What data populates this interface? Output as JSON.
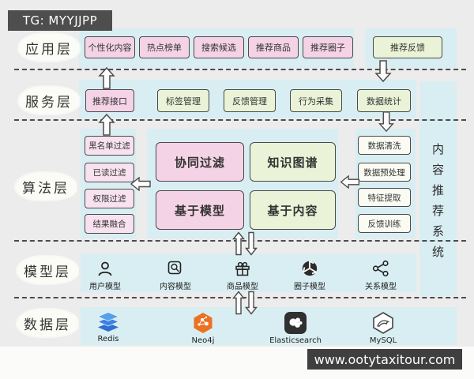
{
  "badge": {
    "text": "TG: MYYJJPP"
  },
  "watermark": {
    "text": "www.ootytaxitour.com"
  },
  "title": {
    "vertical_text": "内容推荐系统",
    "chars": [
      "内",
      "容",
      "推",
      "荐",
      "系",
      "统"
    ]
  },
  "layers": {
    "application": {
      "label": "应用层",
      "items": [
        "个性化内容",
        "热点榜单",
        "搜索候选",
        "推荐商品",
        "推荐圈子",
        "推荐反馈"
      ]
    },
    "service": {
      "label": "服务层",
      "items": [
        "推荐接口",
        "标签管理",
        "反馈管理",
        "行为采集",
        "数据统计"
      ]
    },
    "algorithm": {
      "label": "算法层",
      "filters": [
        "黑名单过滤",
        "已读过滤",
        "权限过滤",
        "结果融合"
      ],
      "core": [
        "协同过滤",
        "知识图谱",
        "基于模型",
        "基于内容"
      ],
      "processing": [
        "数据清洗",
        "数据预处理",
        "特征提取",
        "反馈训练"
      ]
    },
    "model": {
      "label": "模型层",
      "items": [
        {
          "label": "用户模型",
          "icon": "user-icon"
        },
        {
          "label": "内容模型",
          "icon": "content-icon"
        },
        {
          "label": "商品模型",
          "icon": "gift-icon"
        },
        {
          "label": "圈子模型",
          "icon": "aperture-icon"
        },
        {
          "label": "关系模型",
          "icon": "share-icon"
        }
      ]
    },
    "data": {
      "label": "数据层",
      "items": [
        {
          "label": "Redis",
          "icon": "redis-icon"
        },
        {
          "label": "Neo4j",
          "icon": "neo4j-icon"
        },
        {
          "label": "Elasticsearch",
          "icon": "elasticsearch-icon"
        },
        {
          "label": "MySQL",
          "icon": "mysql-icon"
        }
      ]
    }
  },
  "colors": {
    "pink": "#f5d3e6",
    "green": "#eaf3d7",
    "pale_pink": "#f8e2ef",
    "pale_green": "#fafcf3",
    "panel_cyan": "#d9eef2",
    "dark": "#4a4a4a",
    "redis_blue": "#3c82e0",
    "neo4j_orange": "#ec7123",
    "elastic_dark": "#303030"
  }
}
